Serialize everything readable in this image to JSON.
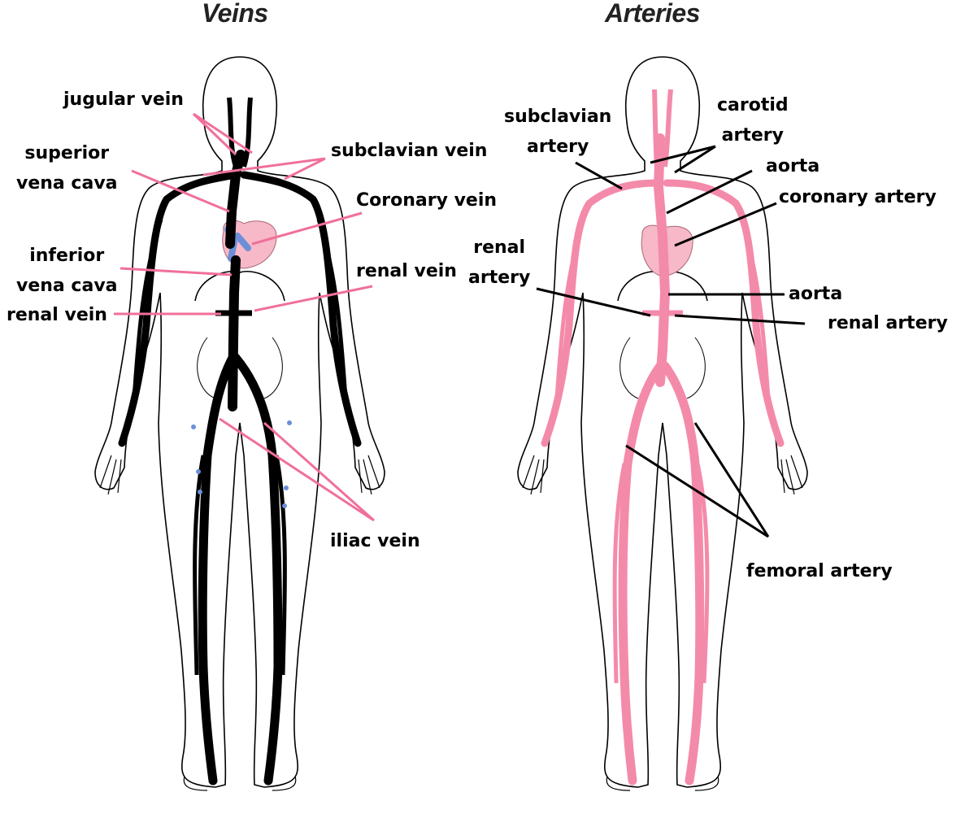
{
  "titles": {
    "veins": "Veins",
    "arteries": "Arteries"
  },
  "colors": {
    "vein": "#000000",
    "artery": "#f48aaa",
    "vein_leader": "#f0709a",
    "artery_leader": "#000000",
    "heart": "#f7b8c8",
    "blue_accent": "#6b8fd8",
    "outline": "#000000"
  },
  "vein_labels": {
    "jugular": "jugular vein",
    "superior_1": "superior",
    "superior_2": "vena cava",
    "subclavian": "subclavian vein",
    "coronary": "Coronary vein",
    "inferior_1": "inferior",
    "inferior_2": "vena cava",
    "renal_right": "renal vein",
    "renal_left": "renal vein",
    "iliac": "iliac vein"
  },
  "artery_labels": {
    "subclavian_1": "subclavian",
    "subclavian_2": "artery",
    "carotid_1": "carotid",
    "carotid_2": "artery",
    "aorta_top": "aorta",
    "coronary": "coronary artery",
    "renal_left_1": "renal",
    "renal_left_2": "artery",
    "aorta_mid": "aorta",
    "renal_right": "renal artery",
    "femoral": "femoral artery"
  }
}
